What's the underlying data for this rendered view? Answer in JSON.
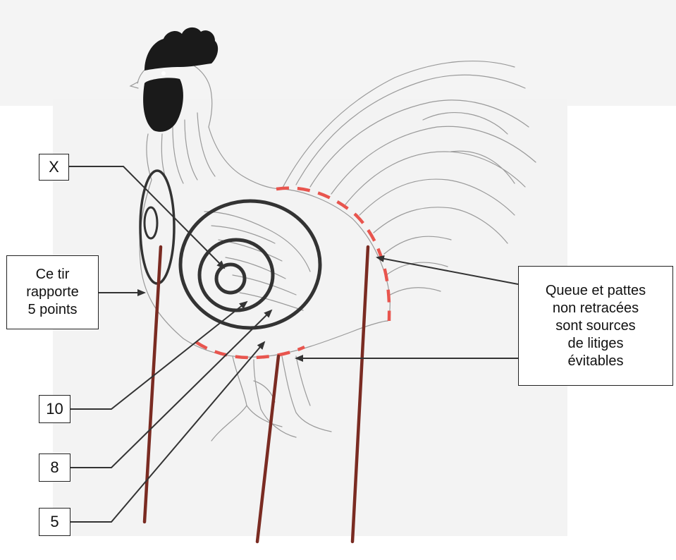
{
  "labels": {
    "x": "X",
    "shot_note": "Ce tir\nrapporte\n5 points",
    "score_10": "10",
    "score_8": "8",
    "score_5": "5",
    "note": "Queue et pattes\nnon retracées\nsont sources\nde litiges\névitables"
  },
  "colors": {
    "target_rings": "#333333",
    "dashed_outline": "#e8554e",
    "stakes": "#7a2b22",
    "sketch_lines": "#9a9a9a",
    "comb": "#1a1a1a"
  }
}
